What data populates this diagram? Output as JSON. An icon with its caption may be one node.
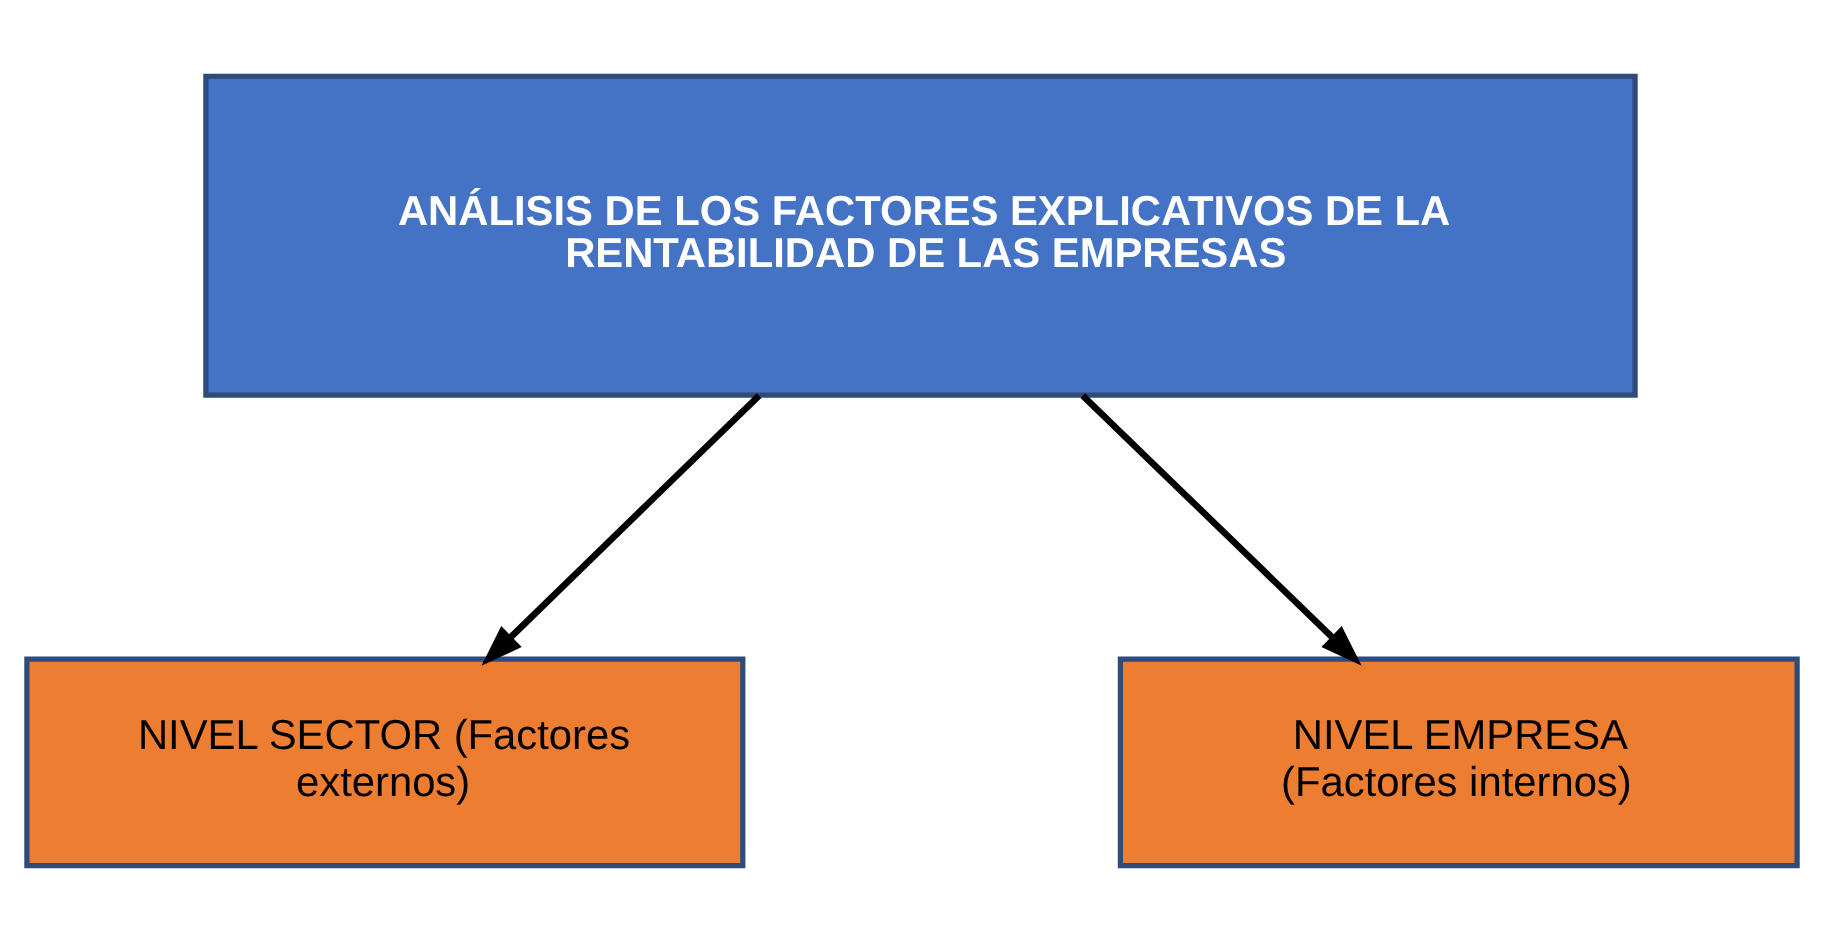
{
  "diagram": {
    "nodes": [
      {
        "text": [
          "ANÁLISIS DE LOS FACTORES EXPLICATIVOS DE LA RENTABILIDAD DE LAS EMPRESAS"
        ]
      },
      {
        "text": [
          "NIVEL SECTOR (Factores externos)"
        ]
      },
      {
        "text": [
          "NIVEL EMPRESA (Factores internos)"
        ]
      }
    ],
    "edges": [
      {
        "from": 0,
        "to": 1,
        "arrow": "to"
      },
      {
        "from": 0,
        "to": 2,
        "arrow": "to"
      }
    ]
  }
}
